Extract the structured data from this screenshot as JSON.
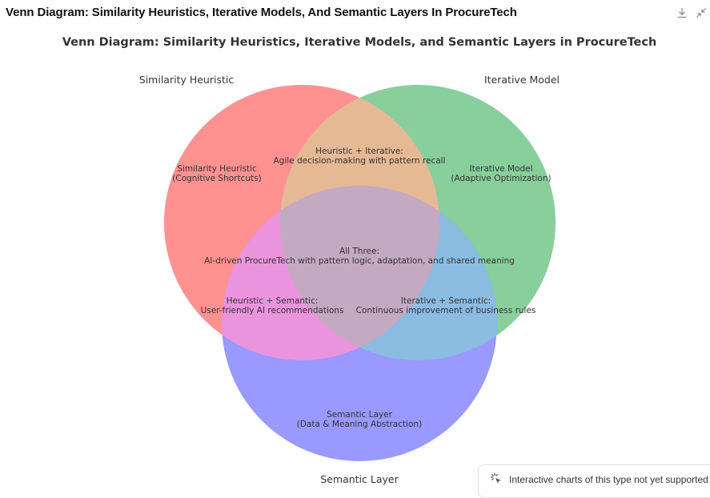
{
  "header": {
    "title": "Venn Diagram: Similarity Heuristics, Iterative Models, And Semantic Layers In ProcureTech",
    "download_icon": "download-icon",
    "collapse_icon": "collapse-icon"
  },
  "diagram": {
    "title": "Venn Diagram: Similarity Heuristics, Iterative Models, and Semantic Layers in ProcureTech",
    "sets": [
      {
        "label": "Similarity Heuristic",
        "color": "#ff9191"
      },
      {
        "label": "Iterative Model",
        "color": "#88cf9c"
      },
      {
        "label": "Semantic Layer",
        "color": "#9999ff"
      }
    ],
    "overlap_colors": {
      "heuristic_iterative": "#e6b995",
      "heuristic_semantic": "#ea94dd",
      "iterative_semantic": "#8bbce2",
      "all_three": "#c4a9c2"
    },
    "regions": {
      "heuristic_only": {
        "line1": "Similarity Heuristic",
        "line2": "(Cognitive Shortcuts)"
      },
      "iterative_only": {
        "line1": "Iterative Model",
        "line2": "(Adaptive Optimization)"
      },
      "semantic_only": {
        "line1": "Semantic Layer",
        "line2": "(Data & Meaning Abstraction)"
      },
      "heuristic_iterative": {
        "line1": "Heuristic + Iterative:",
        "line2": "Agile decision-making with pattern recall"
      },
      "heuristic_semantic": {
        "line1": "Heuristic + Semantic:",
        "line2": "User-friendly AI recommendations"
      },
      "iterative_semantic": {
        "line1": "Iterative + Semantic:",
        "line2": "Continuous improvement of business rules"
      },
      "all_three": {
        "line1": "All Three:",
        "line2": "AI-driven ProcureTech with pattern logic, adaptation, and shared meaning"
      }
    }
  },
  "notice": {
    "icon": "sparkle-cursor-icon",
    "text": "Interactive charts of this type not yet supported"
  }
}
